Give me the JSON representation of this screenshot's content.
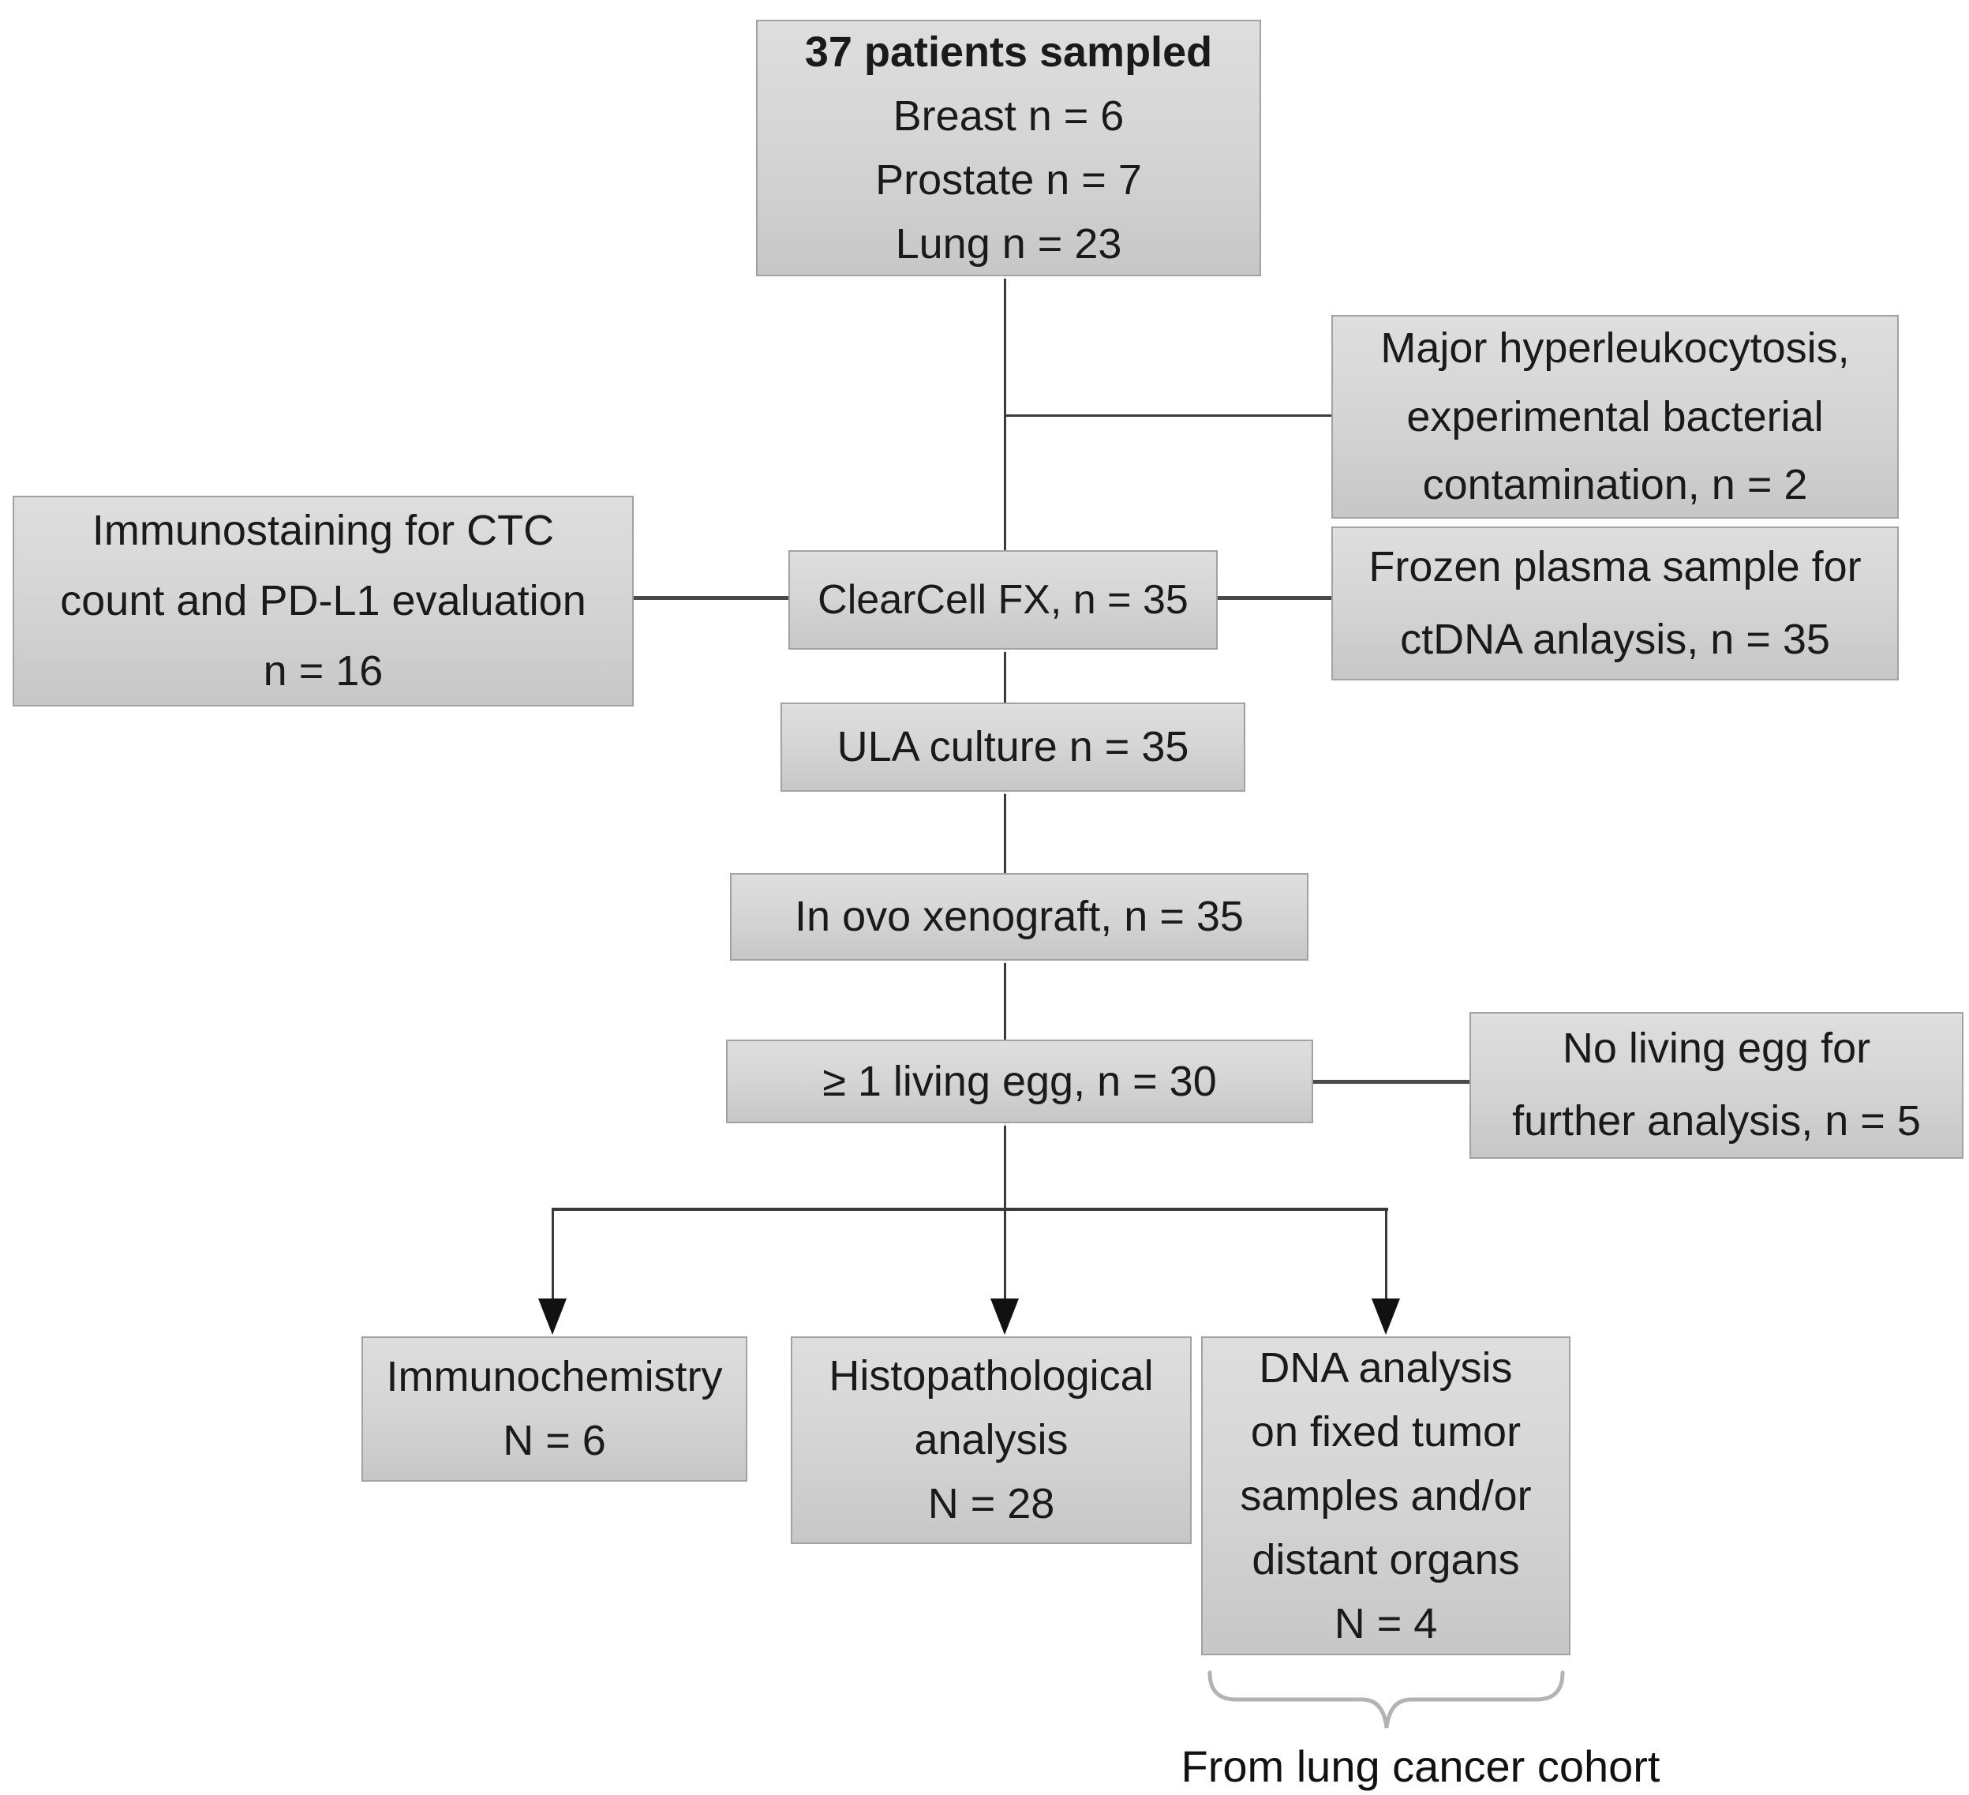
{
  "figure": {
    "type": "patient-flow-diagram",
    "caption": "From lung cancer cohort"
  },
  "colors": {
    "background": "#ffffff",
    "box_fill_top": "#dedede",
    "box_fill_bottom": "#c7c7c7",
    "box_border": "#a2a2a2",
    "connector_line": "#3a3a3a",
    "arrowhead": "#111111",
    "brace": "#b3b3b3",
    "text": "#1a1a1a"
  },
  "nodes": {
    "patients": {
      "lines": [
        "37 patients sampled",
        "Breast n = 6",
        "Prostate n = 7",
        "Lung n = 23"
      ]
    },
    "exclusion_contamination": {
      "lines": [
        "Major hyperleukocytosis,",
        "experimental bacterial",
        "contamination, n = 2"
      ]
    },
    "immunostaining": {
      "lines": [
        "Immunostaining for CTC",
        "count and PD-L1 evaluation",
        "n = 16"
      ]
    },
    "clearcell": {
      "lines": [
        "ClearCell FX, n = 35"
      ]
    },
    "frozen_plasma": {
      "lines": [
        "Frozen plasma sample for",
        "ctDNA anlaysis, n = 35"
      ]
    },
    "ula_culture": {
      "lines": [
        "ULA culture n = 35"
      ]
    },
    "in_ovo_xenograft": {
      "lines": [
        "In ovo xenograft, n = 35"
      ]
    },
    "living_egg": {
      "lines": [
        "≥ 1 living egg, n = 30"
      ]
    },
    "no_living_egg": {
      "lines": [
        "No living egg for",
        "further analysis, n = 5"
      ]
    },
    "immunochemistry": {
      "lines": [
        "Immunochemistry",
        "N = 6"
      ]
    },
    "histopathological": {
      "lines": [
        "Histopathological",
        "analysis",
        "N = 28"
      ]
    },
    "dna_analysis": {
      "lines": [
        "DNA analysis",
        "on fixed tumor",
        "samples and/or",
        "distant organs",
        "N =  4"
      ]
    }
  }
}
